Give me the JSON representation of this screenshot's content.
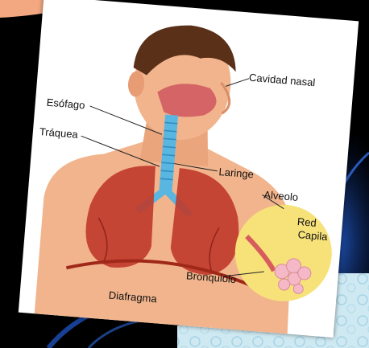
{
  "diagram": {
    "labels": {
      "cavidad_nasal": "Cavidad nasal",
      "esofago": "Esófago",
      "traquea": "Tráquea",
      "laringe": "Laringe",
      "alveolo": "Alveolo",
      "red_capilar_1": "Red",
      "red_capilar_2": "Capila",
      "bronquiolo": "Bronquiolo",
      "diafragma": "Diafragma"
    },
    "colors": {
      "background": "#000000",
      "slide_corner": "#f3a882",
      "skin": "#f2b48c",
      "hair": "#5a3018",
      "lung": "#c0392b",
      "trachea": "#58b6e0",
      "inset_circle": "#f7e27a",
      "alveoli": "#f5b8c6",
      "glow": "#1e5fd8",
      "texture_panel": "#cfe9f2"
    }
  }
}
